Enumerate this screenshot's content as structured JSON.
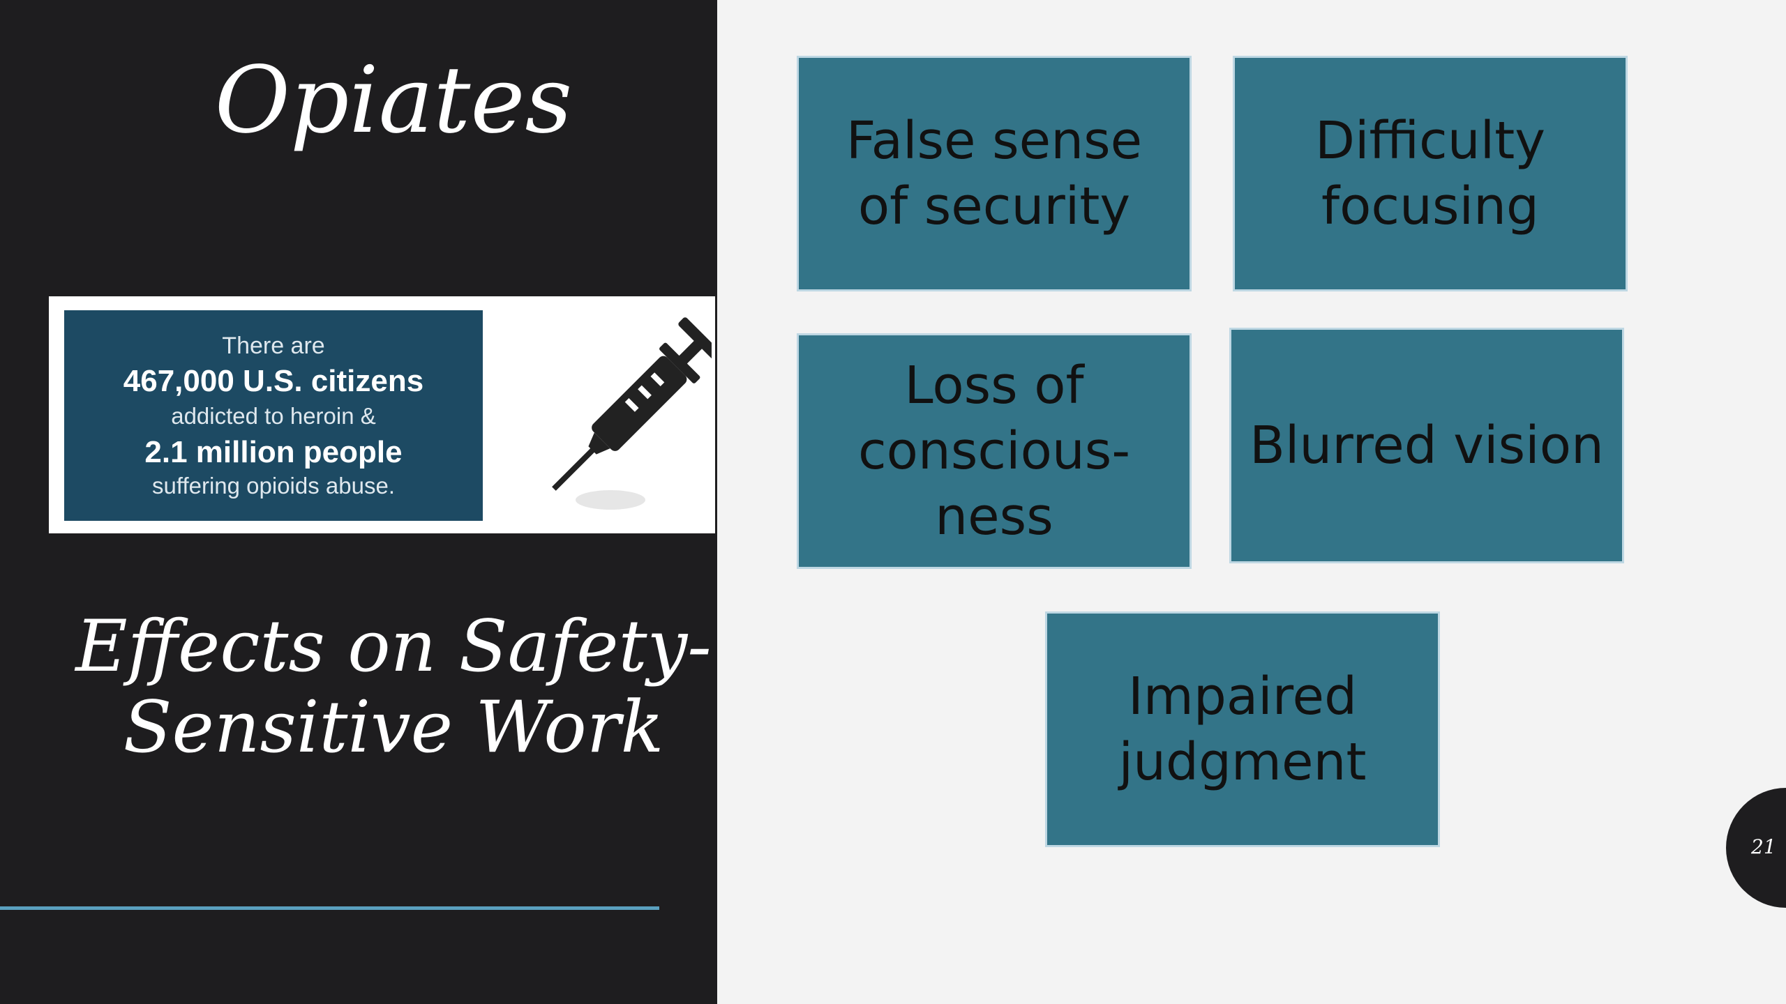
{
  "slide": {
    "title": "Opiates",
    "subtitle": "Effects on Safety-Sensitive Work",
    "page_number": "21"
  },
  "stat_card": {
    "line1": "There are",
    "line2": "467,000 U.S. citizens",
    "line3": "addicted to heroin &",
    "line4": "2.1 million people",
    "line5": "suffering opioids abuse.",
    "icon": "syringe-icon"
  },
  "effects": [
    {
      "label": "False sense of security"
    },
    {
      "label": "Difficulty focusing"
    },
    {
      "label": "Loss of conscious-ness"
    },
    {
      "label": "Blurred vision"
    },
    {
      "label": "Impaired judgment"
    }
  ],
  "colors": {
    "dark_panel": "#1e1d1f",
    "box_fill": "#337488",
    "box_border": "#bed7e3",
    "stat_box": "#1d4a63",
    "accent_line": "#5aa0bf",
    "background": "#f3f3f3"
  }
}
